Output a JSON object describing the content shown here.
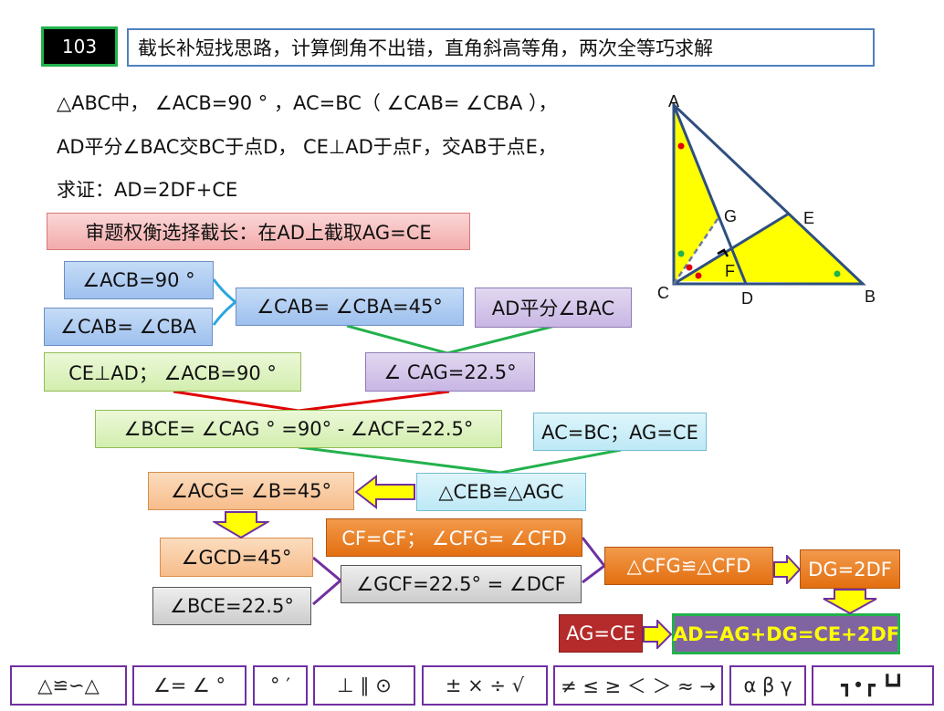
{
  "header": {
    "number": "103",
    "title": "截长补短找思路，计算倒角不出错，直角斜高等角，两次全等巧求解"
  },
  "problem": {
    "line1": "△ABC中， ∠ACB=90 ° ，AC=BC（ ∠CAB= ∠CBA ），",
    "line2": "AD平分∠BAC交BC于点D， CE⊥AD于点F，交AB于点E，",
    "line3": "求证：AD=2DF+CE"
  },
  "strategy": "审题权衡选择截长：在AD上截取AG=CE",
  "steps": {
    "acb90": "∠ACB=90 °",
    "cab_eq_cba": "∠CAB= ∠CBA",
    "cab_cba_45": "∠CAB= ∠CBA=45°",
    "ad_bisect": "AD平分∠BAC",
    "ce_perp_ad": "CE⊥AD； ∠ACB=90 °",
    "cag": "∠ CAG=22.5°",
    "bce": "∠BCE= ∠CAG ° =90° - ∠ACF=22.5°",
    "ac_bc_ag_ce": "AC=BC；AG=CE",
    "cong1": "△CEB≌△AGC",
    "acg_b_45": "∠ACG= ∠B=45°",
    "gcd_45": "∠GCD=45°",
    "bce_225": "∠BCE=22.5°",
    "cf_cfg_cfd": "CF=CF； ∠CFG= ∠CFD",
    "gcf_dcf": "∠GCF=22.5° = ∠DCF",
    "cong2": "△CFG≌△CFD",
    "dg_2df": "DG=2DF",
    "ag_ce": "AG=CE",
    "final": "AD=AG+DG=CE+2DF"
  },
  "figure": {
    "labels": {
      "A": "A",
      "B": "B",
      "C": "C",
      "D": "D",
      "E": "E",
      "F": "F",
      "G": "G"
    }
  },
  "toolbar": [
    "△≌∽△",
    "∠= ∠ °",
    "°  ′",
    "⊥ ∥ ⊙",
    "±  ×  ÷ √",
    "≠ ≤ ≥ ＜ ＞ ≈ →",
    "α β γ",
    "┓•┏ ┗┛"
  ],
  "colors": {
    "header_border": "#22b14c",
    "title_border": "#4f81bd",
    "triangle_fill": "#ffff00",
    "final_fill": "#8064a2",
    "final_text": "#ffff00",
    "toolbar_border": "#7030a0"
  }
}
